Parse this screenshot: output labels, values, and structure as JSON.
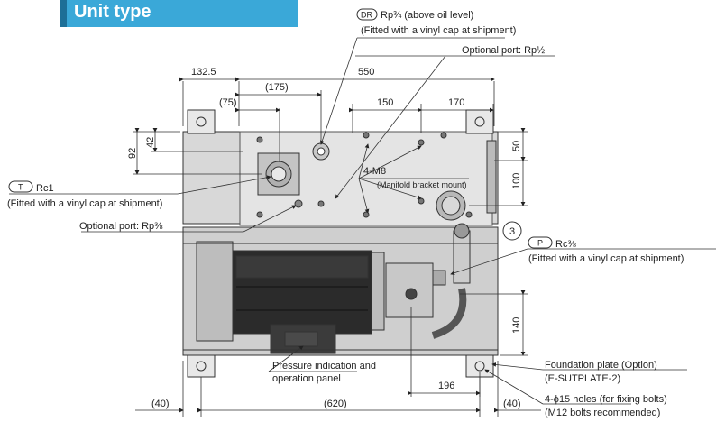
{
  "header": {
    "title": "Unit type"
  },
  "dims": {
    "d_132_5": "132.5",
    "d_550": "550",
    "d_175": "(175)",
    "d_75": "(75)",
    "d_150": "150",
    "d_170": "170",
    "d_92": "92",
    "d_42": "42",
    "d_50": "50",
    "d_100": "100",
    "d_140": "140",
    "d_196": "196",
    "d_40_left": "(40)",
    "d_620": "(620)",
    "d_40_right": "(40)"
  },
  "callouts": {
    "dr_symbol": "DR",
    "dr_text": "Rp¾ (above oil level)",
    "dr_note": "(Fitted with a vinyl cap at shipment)",
    "opt_half": "Optional port: Rp½",
    "t_symbol": "T",
    "t_text": "Rc1",
    "t_note": "(Fitted with a vinyl cap at shipment)",
    "m8": "4-M8",
    "m8_note": "(Manifold bracket mount)",
    "opt_3_8": "Optional port: Rp⅜",
    "p_circle_num": "3",
    "p_symbol": "P",
    "p_text": "Rc⅜",
    "p_note": "(Fitted with a vinyl cap at shipment)",
    "panel_1": "Pressure indication and",
    "panel_2": "operation panel",
    "plate_1": "Foundation plate (Option)",
    "plate_2": "(E-SUTPLATE-2)",
    "holes_1": "4-ϕ15 holes (for fixing bolts)",
    "holes_2": "(M12 bolts recommended)"
  }
}
